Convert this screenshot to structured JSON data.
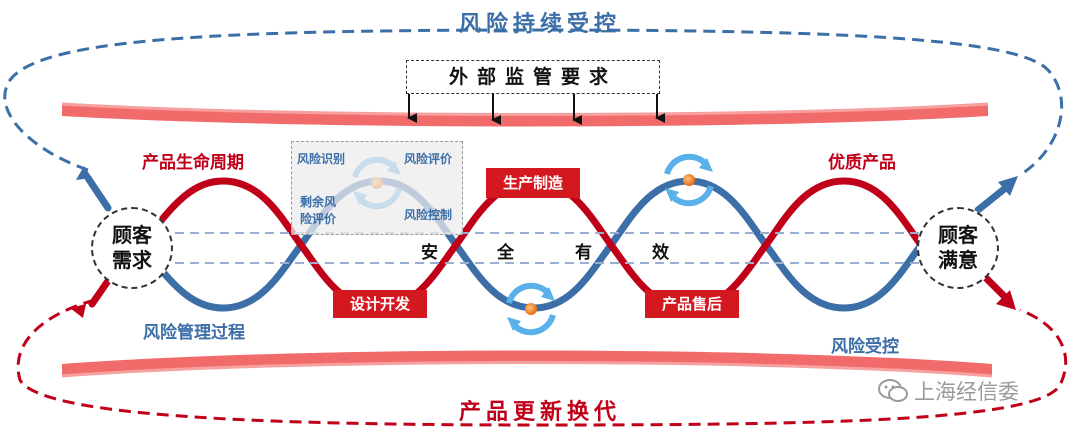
{
  "titles": {
    "top": "风险持续受控",
    "bottom": "产品更新换代"
  },
  "external": {
    "label": "外部监管要求"
  },
  "nodes": {
    "left_line1": "顾客",
    "left_line2": "需求",
    "right_line1": "顾客",
    "right_line2": "满意"
  },
  "labels": {
    "product_lifecycle": "产品生命周期",
    "risk_process": "风险管理过程",
    "quality_product": "优质产品",
    "risk_controlled": "风险受控"
  },
  "stages": {
    "design": "设计开发",
    "manufacture": "生产制造",
    "sales": "产品售后"
  },
  "risk_panel": {
    "identify": "风险识别",
    "evaluate": "风险评价",
    "control": "风险控制",
    "residual_line1": "剩余风",
    "residual_line2": "险评价"
  },
  "center_text": [
    "安",
    "全",
    "有",
    "效"
  ],
  "watermark": "上海经信委",
  "colors": {
    "red": "#c00018",
    "blue": "#3c6ea8",
    "band": "#f26b6b"
  }
}
